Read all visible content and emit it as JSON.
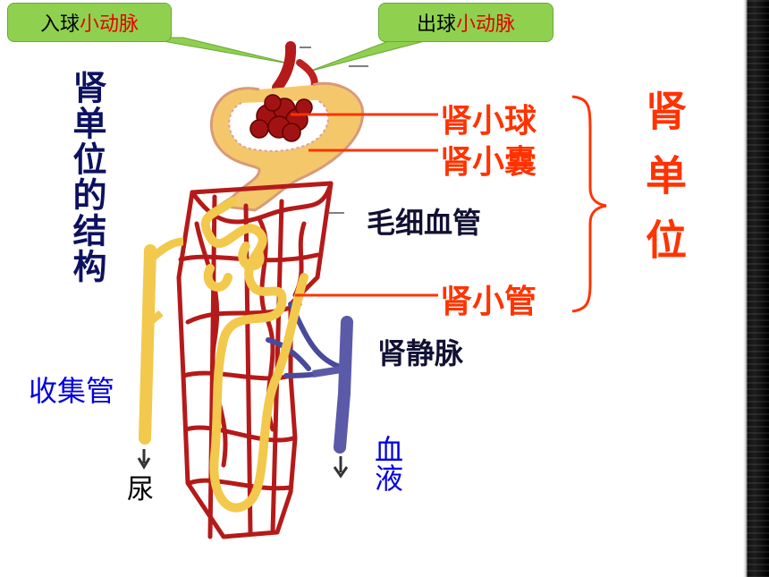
{
  "callouts": {
    "afferent_prefix": "入球",
    "afferent_suffix": "小动脉",
    "efferent_prefix": "出球",
    "efferent_suffix": "小动脉"
  },
  "left_title": "肾单位的结构",
  "labels": {
    "glomerulus": "肾小球",
    "capsule": "肾小囊",
    "capillary": "毛细血管",
    "tubule": "肾小管",
    "renal_vein": "肾静脉",
    "collecting_duct": "收集管",
    "urine": "尿",
    "blood": "血液"
  },
  "right_title": "肾单位",
  "colors": {
    "callout_bg": "#8fd14f",
    "red_text": "#e60000",
    "orange_red": "#ff3300",
    "navy": "#0d1160",
    "blue": "#0000dd",
    "artery": "#b51a1a",
    "tubule": "#f2c94c",
    "vein": "#5a5aa8"
  }
}
